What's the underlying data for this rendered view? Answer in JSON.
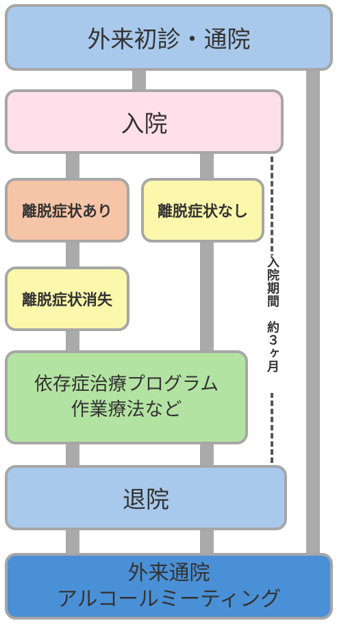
{
  "flow": {
    "first_visit": "外来初診・通院",
    "admission": "入院",
    "withdrawal_present": "離脱症状あり",
    "withdrawal_absent": "離脱症状なし",
    "withdrawal_resolved": "離脱症状消失",
    "program_line1": "依存症治療プログラム",
    "program_line2": "作業療法など",
    "discharge": "退院",
    "outpatient_line1": "外来通院",
    "outpatient_line2": "アルコールミーティング"
  },
  "annotation": {
    "period_label": "入院期間　約３ヶ月"
  },
  "colors": {
    "blue_light": "#a8c9ec",
    "pink": "#ffdfea",
    "orange": "#f6c4a6",
    "yellow": "#fbf7ab",
    "green": "#b3e3a2",
    "blue_dark": "#4a90d6",
    "connector": "#aaaaaa"
  }
}
